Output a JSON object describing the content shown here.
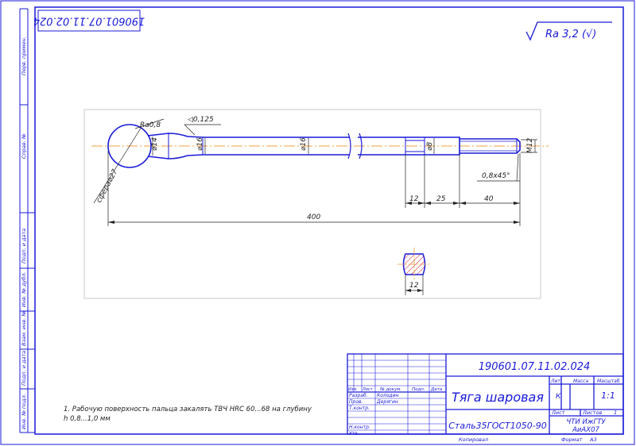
{
  "drawing": {
    "doc_number": "190601.07.11.02.024",
    "doc_number_rotated": "190601.07.11.02.024",
    "roughness": "Ra 3,2 (√)",
    "note": "1. Рабочую поверхность пальца закалять ТВЧ HRC 60...68 на глубину h 0,8...1,0 мм",
    "note_line1": "1. Рабочую поверхность пальца закалять ТВЧ HRC 60...68 на глубину",
    "note_line2": "h 0,8...1,0 мм"
  },
  "dimensions": {
    "ra08": "Ra0,8",
    "cone": "◁0,125",
    "d14": "⌀14",
    "d16a": "⌀16",
    "d16b": "⌀16",
    "d8": "⌀8",
    "m12": "M12",
    "chamfer": "0,8x45°",
    "sphere": "сфера⌀27",
    "len12": "12",
    "len25": "25",
    "len40": "40",
    "len400": "400",
    "section12": "12"
  },
  "title_block": {
    "name": "Тяга шаровая",
    "material": "Сталь35ГОСТ1050-90",
    "lit_label": "Лит.",
    "mass_label": "Масса",
    "scale_label": "Масштаб",
    "lit_value": "К",
    "scale_value": "1:1",
    "sheet_label": "Лист",
    "sheets_label": "Листов",
    "sheets_value": "1",
    "org_line1": "ЧТИ ИжГТУ",
    "org_line2": "АиАХ07",
    "copied": "Копировал",
    "format": "Формат",
    "format_value": "А3",
    "hdr_izm": "Изм.",
    "hdr_list": "Лист",
    "hdr_doc": "№ докум.",
    "hdr_podp": "Подп.",
    "hdr_data": "Дата",
    "row_razrab": "Разраб.",
    "row_prov": "Пров.",
    "row_tkontr": "Т.контр.",
    "row_nkontr": "Н.контр.",
    "row_utv": "Утв.",
    "razrab_name": "Колодин",
    "prov_name": "Дерягин"
  },
  "side_strip": [
    "Перв. примен.",
    "Справ. №",
    "Подп. и дата",
    "Инв. № дубл.",
    "Взам. инв. №",
    "Подп. и дата",
    "Инв. № подл."
  ]
}
